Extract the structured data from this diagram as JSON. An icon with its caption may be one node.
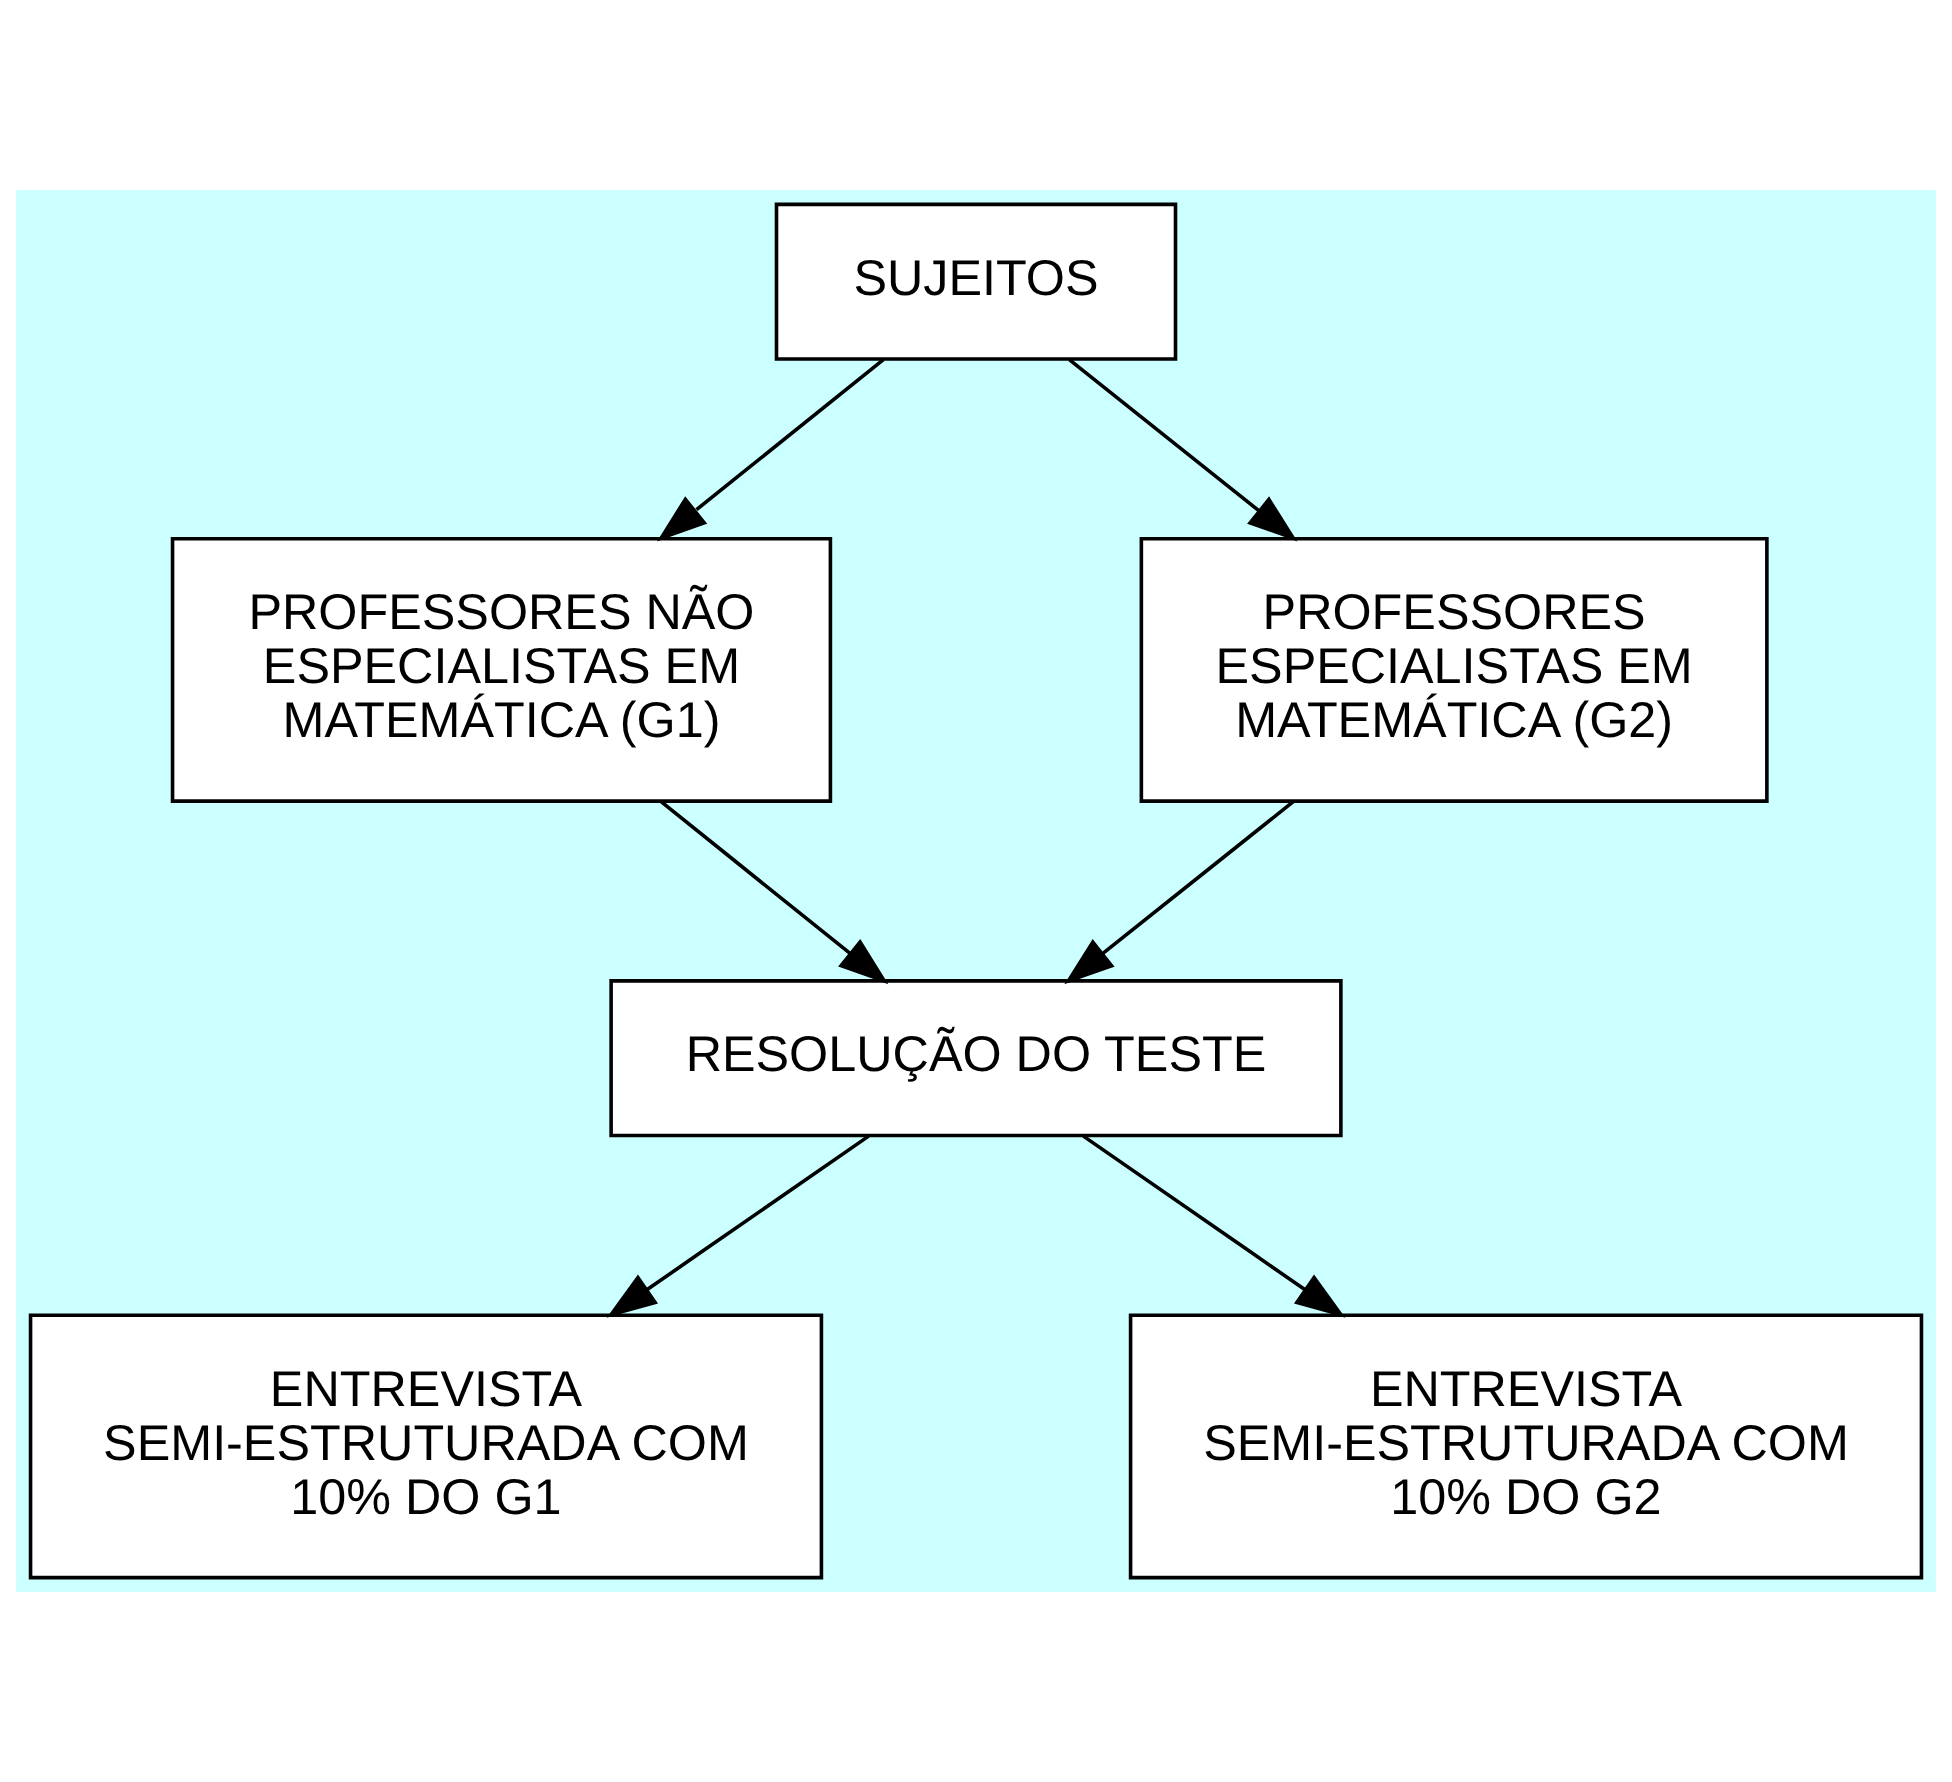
{
  "diagram": {
    "nodes": [
      {
        "text": [
          "SUJEITOS"
        ]
      },
      {
        "text": [
          "PROFESSORES NÃO ESPECIALISTAS EM MATEMÁTICA (G1)"
        ]
      },
      {
        "text": [
          "PROFESSORES ESPECIALISTAS EM MATEMÁTICA (G2)"
        ]
      },
      {
        "text": [
          "RESOLUÇÃO DO TESTE"
        ]
      },
      {
        "text": [
          "ENTREVISTA SEMI-ESTRUTURADA COM 10% DO G1"
        ]
      },
      {
        "text": [
          "ENTREVISTA SEMI-ESTRUTURADA COM 10% DO G2"
        ]
      }
    ],
    "edges": [
      {
        "from": 0,
        "to": 1,
        "arrow": "to"
      },
      {
        "from": 0,
        "to": 2,
        "arrow": "to"
      },
      {
        "from": 1,
        "to": 3,
        "arrow": "to"
      },
      {
        "from": 2,
        "to": 3,
        "arrow": "to"
      },
      {
        "from": 3,
        "to": 4,
        "arrow": "to"
      },
      {
        "from": 3,
        "to": 5,
        "arrow": "to"
      }
    ]
  }
}
